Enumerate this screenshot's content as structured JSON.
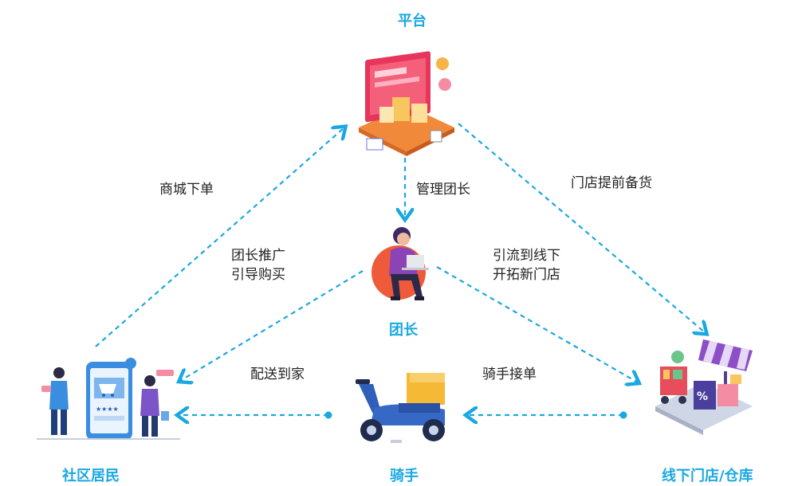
{
  "nodes": {
    "platform": "平台",
    "leader": "团长",
    "residents": "社区居民",
    "rider": "骑手",
    "store": "线下门店/仓库"
  },
  "edges": {
    "mall_order": "商城下单",
    "manage_leader": "管理团长",
    "store_prepare": "门店提前备货",
    "promote_1": "团长推广",
    "promote_2": "引导购买",
    "traffic_1": "引流到线下",
    "traffic_2": "开拓新门店",
    "deliver_home": "配送到家",
    "rider_accept": "骑手接单"
  },
  "colors": {
    "accent": "#1aa8e0",
    "arrow": "#1aa8e0"
  },
  "icons": [
    "ecommerce-illustration",
    "laptop-woman-illustration",
    "phone-shopping-illustration",
    "scooter-illustration",
    "storefront-illustration"
  ]
}
